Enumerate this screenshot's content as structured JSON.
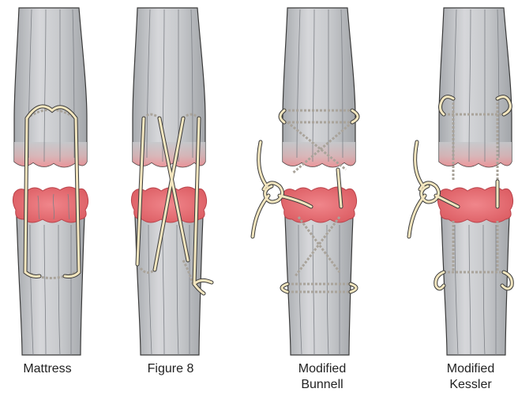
{
  "figure": {
    "panels": [
      {
        "id": "mattress",
        "label": "Mattress"
      },
      {
        "id": "figure8",
        "label": "Figure 8"
      },
      {
        "id": "bunnell",
        "label": "Modified\nBunnell"
      },
      {
        "id": "kessler",
        "label": "Modified\nKessler"
      }
    ]
  },
  "colors": {
    "tendon": "#c4c6c9",
    "tendon_light": "#e6e7e9",
    "fiber_line": "#7d8086",
    "outline": "#3a3a3a",
    "frayed_end": "#e7747a",
    "frayed_edge_glow": "#f3b0b3",
    "suture": "#f3e6bf",
    "suture_hidden": "#a9a39a"
  }
}
